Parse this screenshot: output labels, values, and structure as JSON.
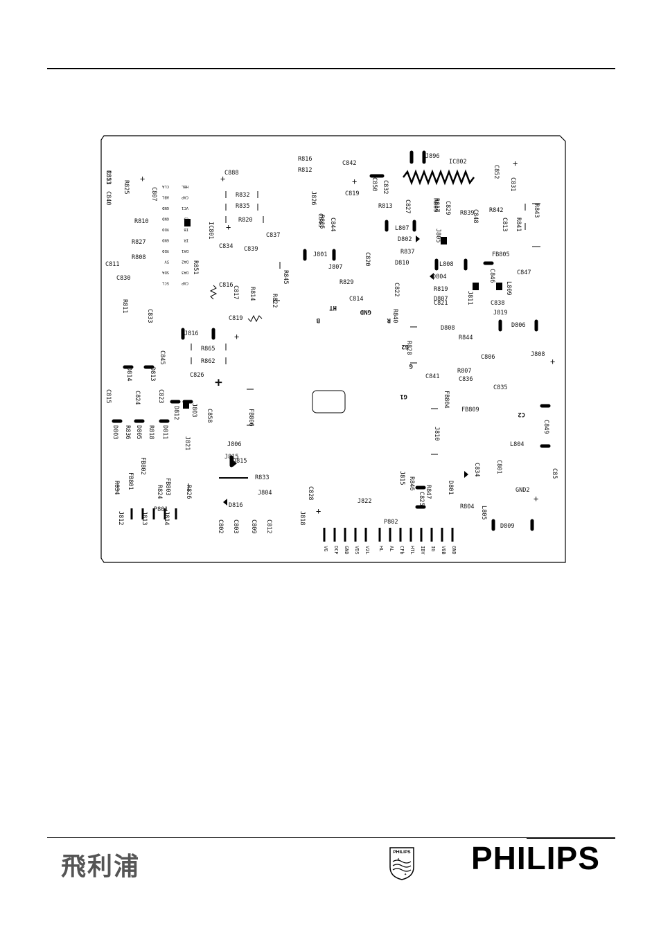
{
  "footer": {
    "chinese_logo": "飛利浦",
    "shield_text": "PHILIPS",
    "brand": "PHILIPS"
  },
  "board": {
    "labels": [
      "R823",
      "C840",
      "R825",
      "C807",
      "C888",
      "R832",
      "R835",
      "R820",
      "C837",
      "C839",
      "C834",
      "IC801",
      "R851",
      "C816",
      "C817",
      "R814",
      "C819",
      "R822",
      "R845",
      "J816",
      "R865",
      "R862",
      "C826",
      "C845",
      "D814",
      "D813",
      "C824",
      "C823",
      "D812",
      "J803",
      "C815",
      "C858",
      "FB806",
      "J806",
      "J821",
      "D803",
      "D805",
      "D811",
      "R836",
      "R818",
      "FB802",
      "FB801",
      "FB803",
      "R834",
      "R824",
      "R826",
      "J812",
      "J813",
      "P801",
      "J814",
      "J815",
      "D815",
      "R833",
      "J804",
      "D816",
      "C802",
      "C803",
      "C809",
      "C812",
      "J818",
      "C828",
      "J822",
      "P802",
      "R816",
      "R812",
      "C842",
      "C850",
      "C832",
      "J826",
      "C843",
      "C844",
      "J801",
      "J807",
      "C819",
      "R815",
      "R813",
      "IC802",
      "J896",
      "C827",
      "R809",
      "R817",
      "C829",
      "R839",
      "L807",
      "D802",
      "R837",
      "J805",
      "D810",
      "C820",
      "R829",
      "C814",
      "C822",
      "R840",
      "D804",
      "R819",
      "C821",
      "L808",
      "D807",
      "D808",
      "R844",
      "R828",
      "C806",
      "C836",
      "C841",
      "C835",
      "FB804",
      "FB809",
      "J810",
      "J815",
      "R846",
      "R847",
      "C825",
      "D801",
      "R804",
      "D809",
      "L805",
      "C834",
      "C801",
      "C852",
      "C831",
      "C848",
      "R842",
      "C813",
      "R841",
      "R843",
      "FB805",
      "C847",
      "C846",
      "L809",
      "J811",
      "J819",
      "D806",
      "J808",
      "C811",
      "C830",
      "R811",
      "C833",
      "R810",
      "R827",
      "R808",
      "R807",
      "C838",
      "C849",
      "L804",
      "GND2",
      "C85",
      "C851"
    ],
    "net_labels": [
      "HT",
      "B",
      "GND",
      "R",
      "G2",
      "G",
      "G1",
      "C2"
    ],
    "ic_pins": [
      "HBL",
      "CLA",
      "CAP",
      "ABL",
      "VC1",
      "GND",
      "CD",
      "GND",
      "IB",
      "VDD",
      "IR",
      "GND",
      "DA1",
      "VDD",
      "DA2",
      "5V",
      "DA3",
      "SDA",
      "CAP",
      "SCL"
    ],
    "connector_pins": [
      "VG",
      "DCF",
      "GND",
      "VDS",
      "V2L",
      "HL",
      "AL",
      "CFb",
      "HTL",
      "IBV",
      "IG",
      "V8B",
      "GND"
    ]
  }
}
